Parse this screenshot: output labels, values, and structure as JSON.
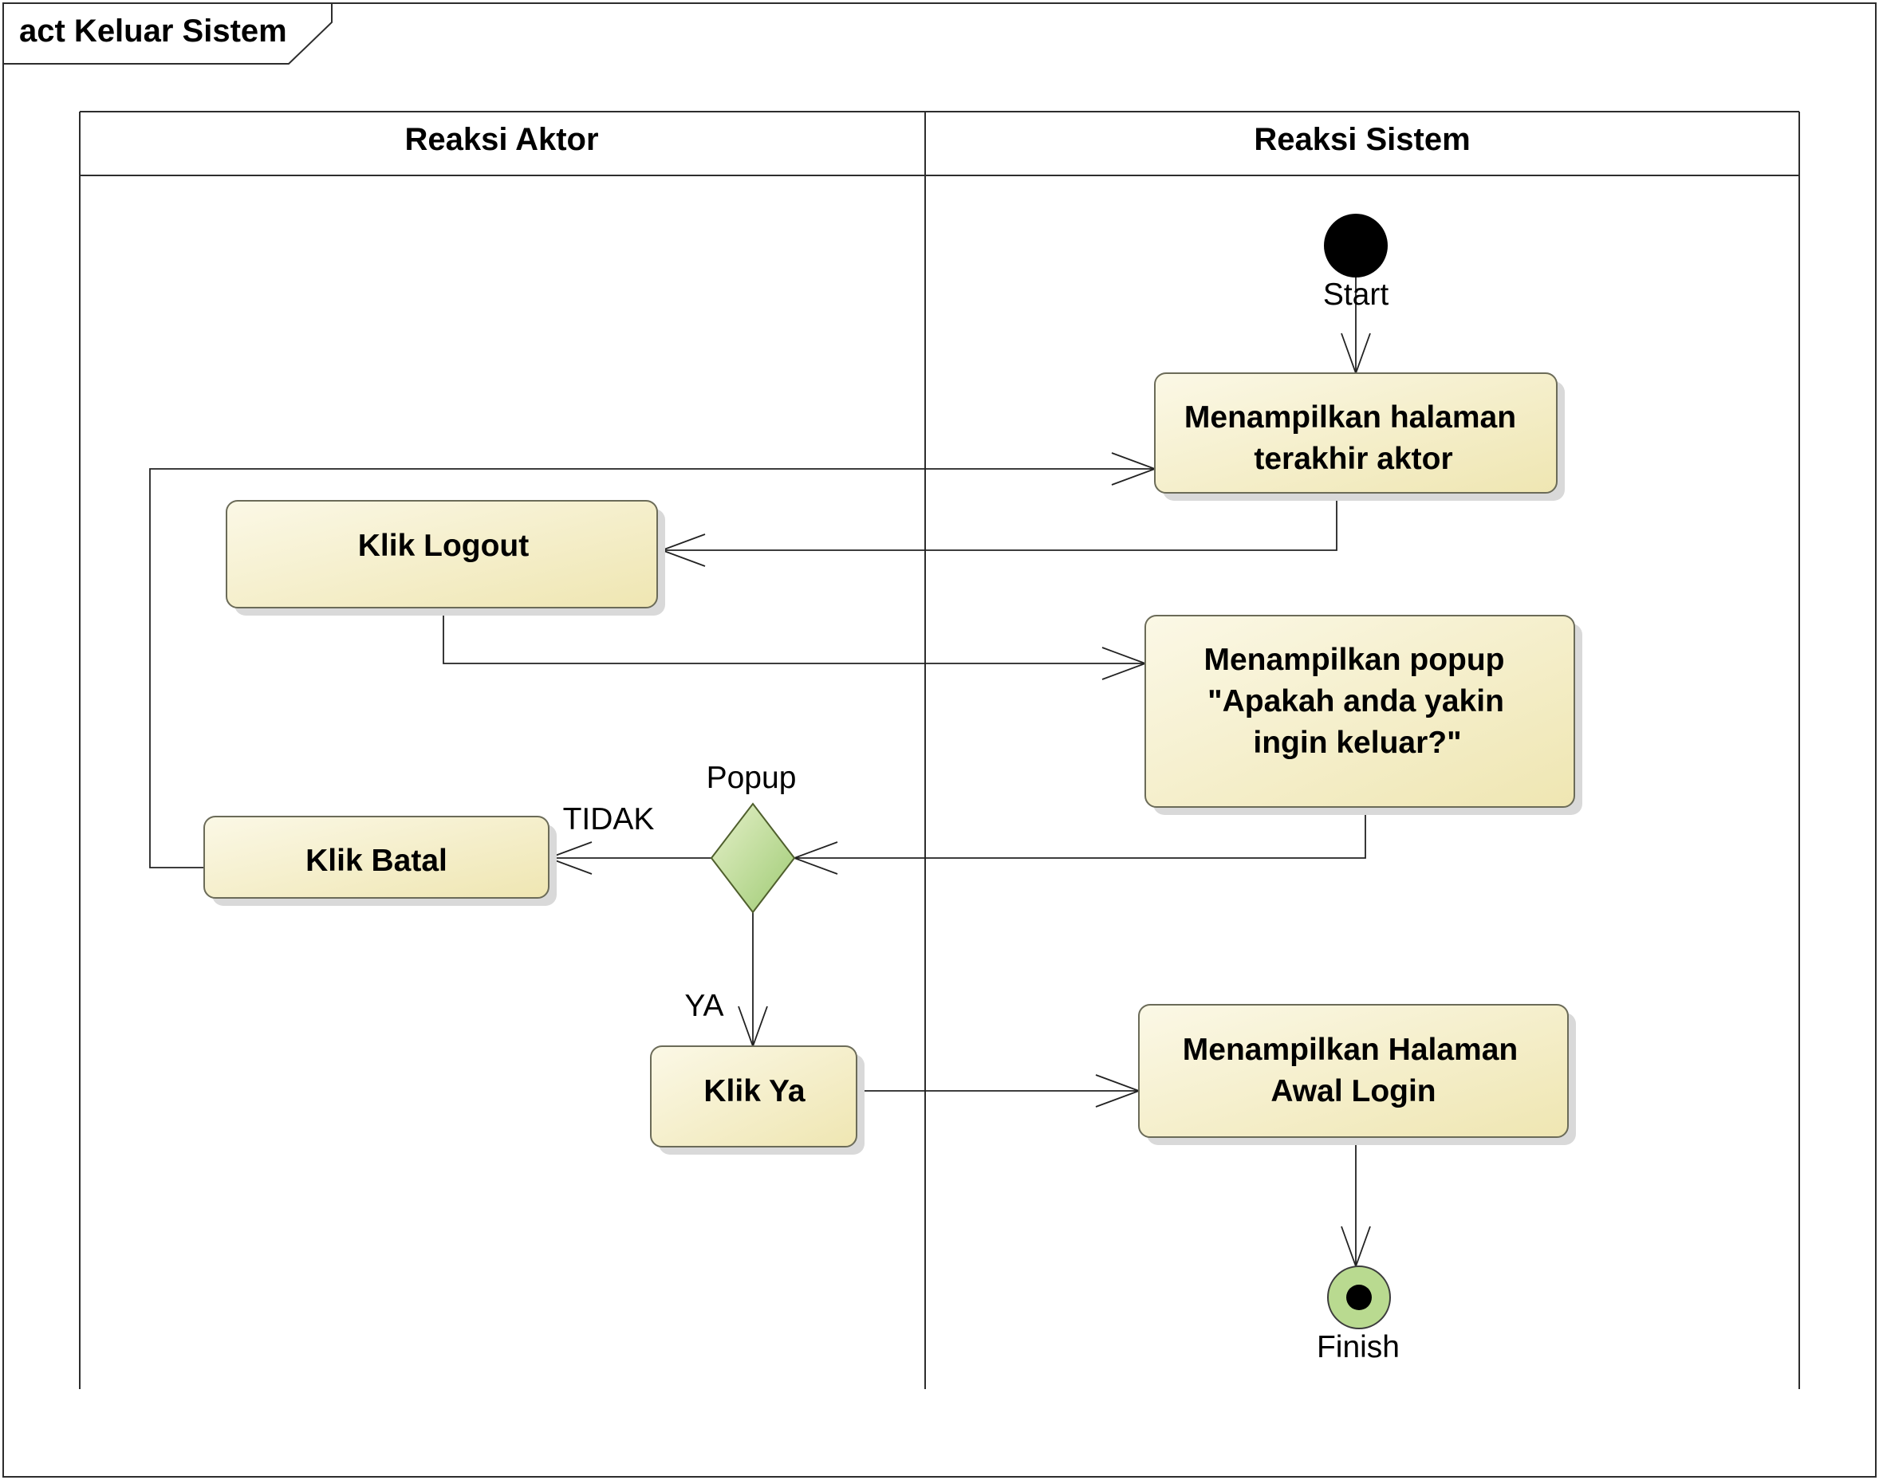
{
  "frame": {
    "title": "act Keluar Sistem"
  },
  "lanes": {
    "left_title": "Reaksi Aktor",
    "right_title": "Reaksi Sistem"
  },
  "nodes": {
    "start_label": "Start",
    "finish_label": "Finish",
    "decision_label": "Popup",
    "show_last_page": [
      "Menampilkan halaman",
      "terakhir aktor"
    ],
    "click_logout": "Klik Logout",
    "show_popup": [
      "Menampilkan popup",
      "\"Apakah anda yakin",
      "ingin keluar?\""
    ],
    "click_cancel": "Klik Batal",
    "click_yes": "Klik Ya",
    "show_login": [
      "Menampilkan Halaman",
      "Awal Login"
    ]
  },
  "edges": {
    "no_label": "TIDAK",
    "yes_label": "YA"
  },
  "colors": {
    "action_fill_light": "#fbf8e6",
    "action_fill_dark": "#efe6b2",
    "decision_light": "#e5f0c9",
    "decision_dark": "#9fcb74",
    "finish_ring": "#b9da90",
    "start_fill": "#000000"
  }
}
